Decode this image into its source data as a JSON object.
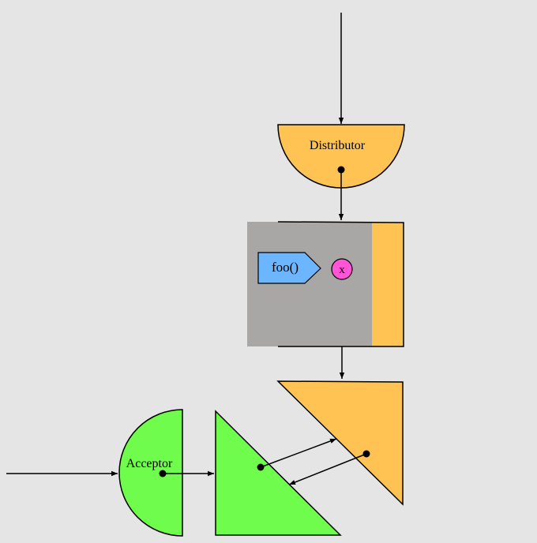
{
  "diagram": {
    "distributor": {
      "label": "Distributor"
    },
    "function_tag": {
      "label": "foo()"
    },
    "variable_node": {
      "label": "x"
    },
    "acceptor": {
      "label": "Acceptor"
    }
  },
  "colors": {
    "background": "#e5e5e5",
    "orange": "#ffc353",
    "gray": "#a8a7a5",
    "blue": "#6cb6ff",
    "pink": "#ff55d6",
    "green": "#6ffc4c",
    "stroke": "#000000"
  }
}
